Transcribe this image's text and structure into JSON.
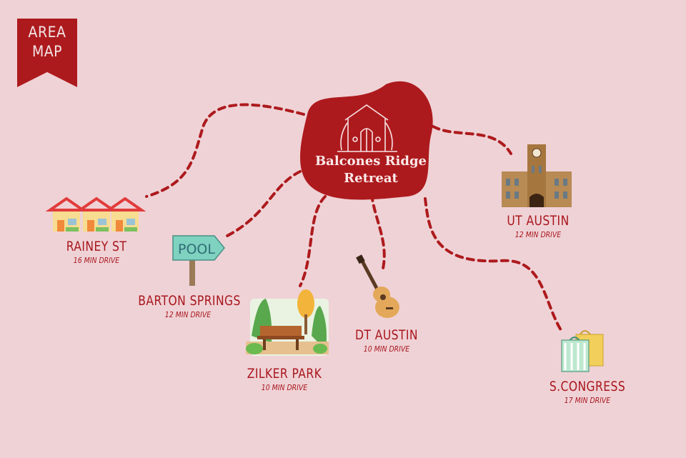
{
  "banner": {
    "line1": "AREA",
    "line2": "MAP"
  },
  "center": {
    "line1": "Balcones Ridge",
    "line2": "Retreat"
  },
  "locations": [
    {
      "name": "RAINEY ST",
      "drive": "16 MIN DRIVE",
      "icon": "houses-icon"
    },
    {
      "name": "BARTON SPRINGS",
      "drive": "12 MIN DRIVE",
      "icon": "pool-sign-icon",
      "sign_text": "POOL"
    },
    {
      "name": "ZILKER PARK",
      "drive": "10 MIN DRIVE",
      "icon": "park-bench-icon"
    },
    {
      "name": "DT AUSTIN",
      "drive": "10 MIN DRIVE",
      "icon": "guitar-icon"
    },
    {
      "name": "UT AUSTIN",
      "drive": "12 MIN DRIVE",
      "icon": "university-tower-icon"
    },
    {
      "name": "S.CONGRESS",
      "drive": "17 MIN DRIVE",
      "icon": "shopping-bags-icon"
    }
  ],
  "colors": {
    "background": "#efd2d6",
    "accent": "#ad1a1d",
    "text": "#a8171d"
  }
}
